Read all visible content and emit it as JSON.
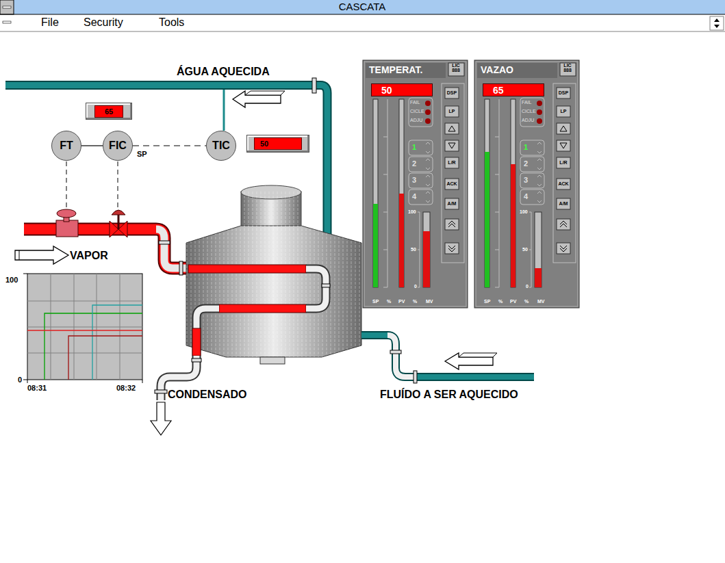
{
  "diagram": {
    "title": "CASCATA",
    "nodes": [
      {
        "text": [
          "FT"
        ]
      },
      {
        "text": [
          "FIC"
        ]
      },
      {
        "text": [
          "TIC"
        ]
      },
      {
        "text": [
          "65"
        ]
      },
      {
        "text": [
          "50"
        ]
      },
      {
        "text": [
          "TEMPERAT."
        ]
      },
      {
        "text": [
          "50"
        ],
        "in": 5
      },
      {
        "text": [
          "VAZAO"
        ]
      },
      {
        "text": [
          "65"
        ],
        "in": 7
      }
    ],
    "edges": [
      {
        "from": 0,
        "to": 1,
        "arrow": "none"
      },
      {
        "from": 1,
        "to": 2,
        "arrow": "none"
      }
    ],
    "labels": [
      "File",
      "Security",
      "Tools",
      "ÁGUA AQUECIDA",
      "SP",
      "VAPOR",
      "100",
      "0",
      "08:31",
      "08:32",
      "CONDENSADO",
      "FLUÍDO A SER AQUECIDO",
      "LIC",
      "888",
      "FAIL",
      "CICLE",
      "ADJU",
      "1",
      "2",
      "3",
      "4",
      "DSP",
      "LP",
      "L/R",
      "ACK",
      "A/M",
      "100",
      "50",
      "0",
      "SP",
      "%",
      "PV",
      "%",
      "MV",
      "LIC",
      "888",
      "FAIL",
      "CICLE",
      "ADJU",
      "1",
      "2",
      "3",
      "4",
      "DSP",
      "LP",
      "L/R",
      "ACK",
      "A/M",
      "100",
      "50",
      "0",
      "SP",
      "%",
      "PV",
      "%",
      "MV"
    ]
  }
}
